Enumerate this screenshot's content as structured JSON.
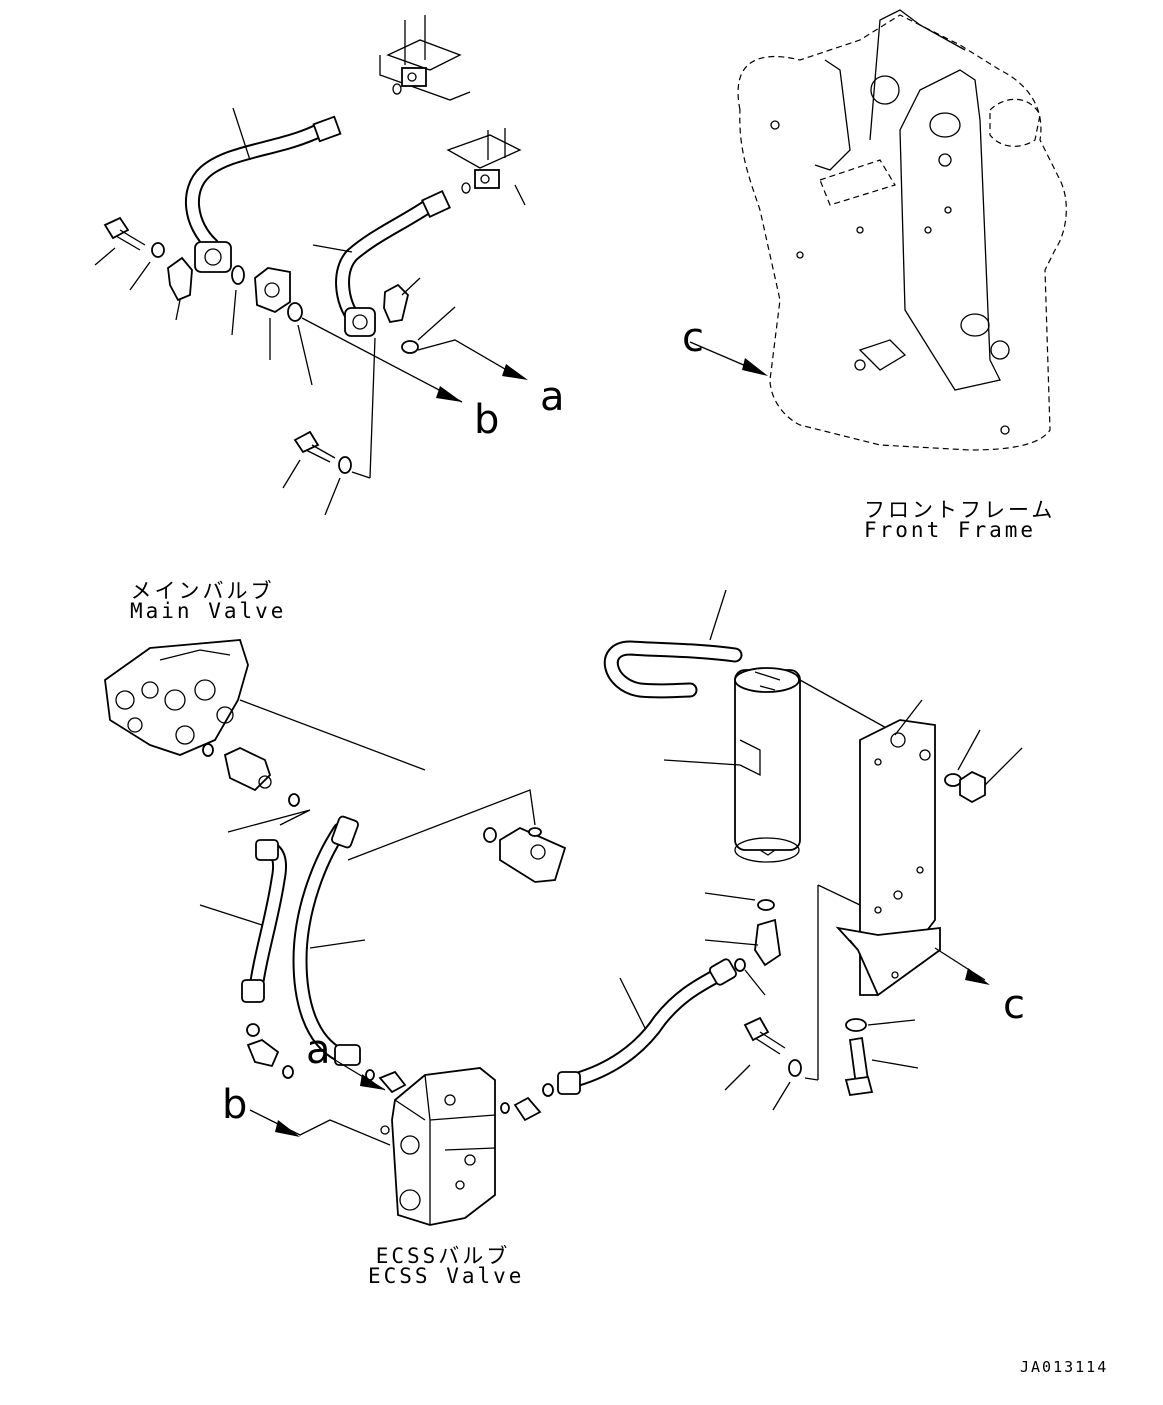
{
  "labels": {
    "front_frame_jp": "フロントフレーム",
    "front_frame_en": "Front Frame",
    "main_valve_jp": "メインバルブ",
    "main_valve_en": "Main Valve",
    "ecss_valve_jp": "ECSSバルブ",
    "ecss_valve_en": "ECSS Valve"
  },
  "references": {
    "a": "a",
    "b": "b",
    "c": "c"
  },
  "drawing_code": "JA013114"
}
